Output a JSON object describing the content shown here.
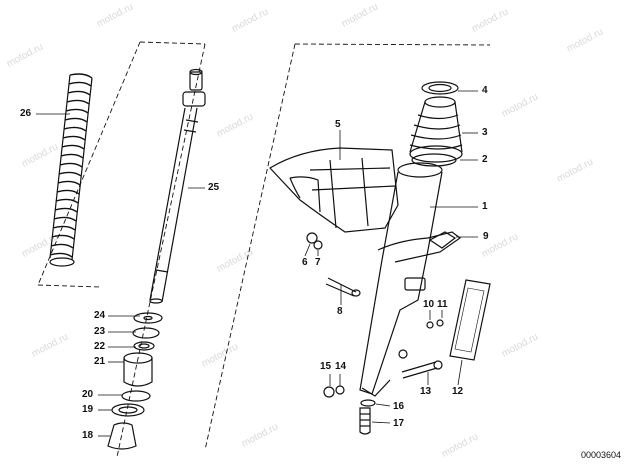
{
  "watermark": "motod.ru",
  "catalog_number": "00003604",
  "parts": [
    "1",
    "2",
    "3",
    "4",
    "5",
    "6",
    "7",
    "8",
    "9",
    "10",
    "11",
    "12",
    "13",
    "14",
    "15",
    "16",
    "17",
    "18",
    "19",
    "20",
    "21",
    "22",
    "23",
    "24",
    "25",
    "26"
  ]
}
